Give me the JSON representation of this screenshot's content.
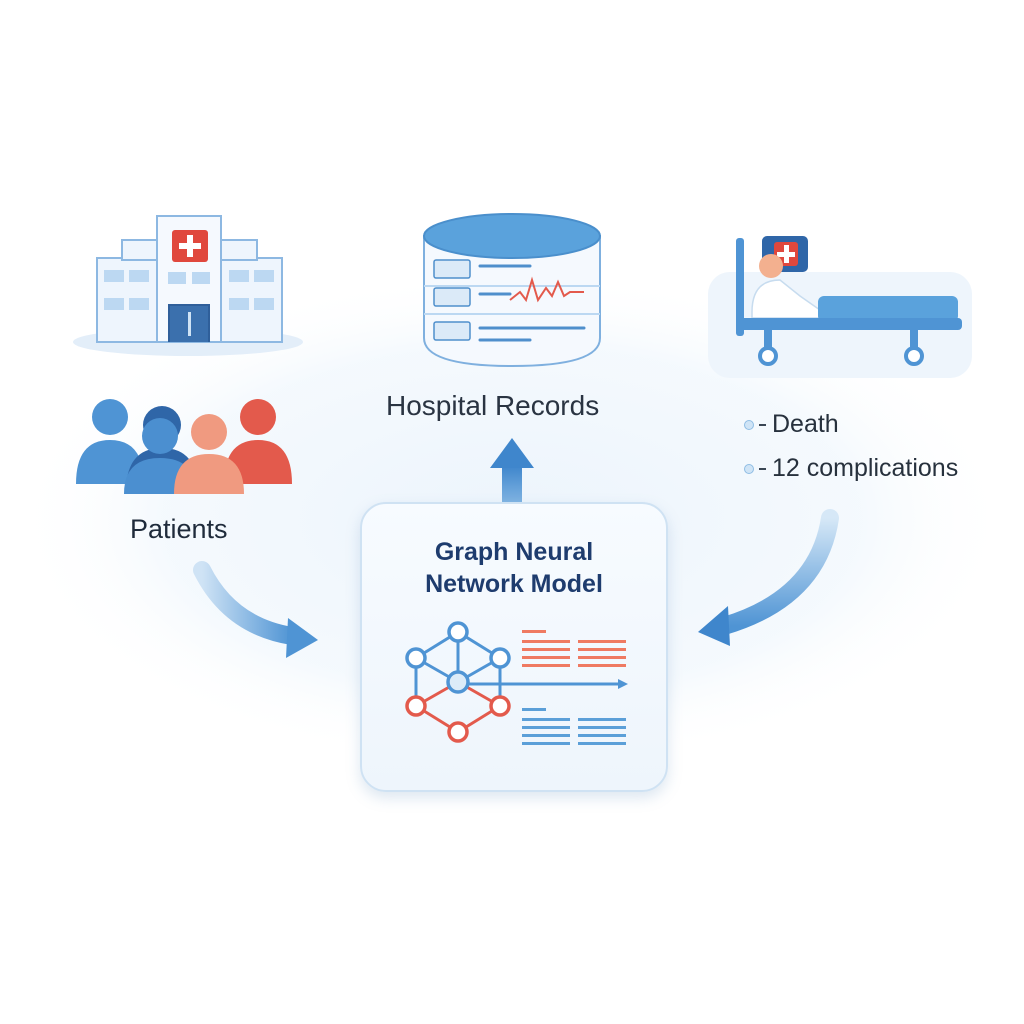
{
  "labels": {
    "patients": "Patients",
    "hospital_records": "Hospital Records",
    "model_title_line1": "Graph Neural",
    "model_title_line2": "Network Model"
  },
  "outcomes": [
    {
      "text": "Death"
    },
    {
      "text": "12 complications"
    }
  ],
  "colors": {
    "blue": "#4f94d4",
    "light_blue": "#d9eaf8",
    "red": "#e35a4c",
    "salmon": "#f09a80",
    "navy": "#1e3c6e"
  }
}
